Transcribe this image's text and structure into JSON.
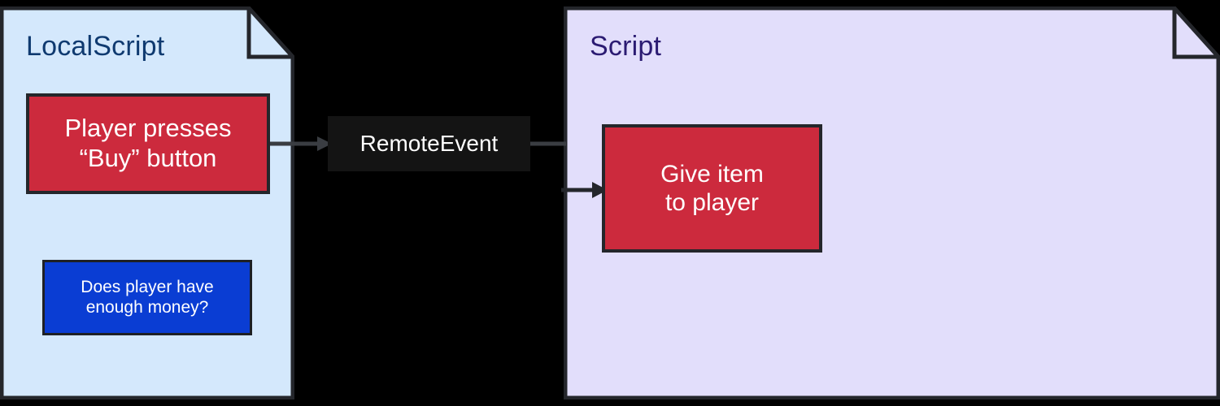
{
  "diagram": {
    "title_hidden": "",
    "background_color": "#000000"
  },
  "panels": [
    {
      "id": "localscript",
      "title": "LocalScript",
      "fill": "#D4E8FC",
      "stroke": "#24262B",
      "title_color": "#0F3A70"
    },
    {
      "id": "script",
      "title": "Script",
      "fill": "#E2DEFB",
      "stroke": "#24262B",
      "title_color": "#2B1B72"
    }
  ],
  "nodes": [
    {
      "id": "player-presses-buy",
      "label": "Player presses\n“Buy” button",
      "fill": "#CC2A3D",
      "stroke": "#24262B",
      "text_color": "#FFFFFF"
    },
    {
      "id": "does-player-have-money",
      "label": "Does player have\nenough money?",
      "fill": "#0A3DD3",
      "stroke": "#1E2024",
      "text_color": "#FFFFFF"
    },
    {
      "id": "remote-event",
      "label": "RemoteEvent",
      "fill": "#141414",
      "stroke": "#141414",
      "text_color": "#FFFFFF"
    },
    {
      "id": "give-item-to-player",
      "label": "Give item\nto player",
      "fill": "#CC2A3D",
      "stroke": "#24262B",
      "text_color": "#FFFFFF"
    }
  ],
  "connectors": [
    {
      "id": "buy-to-remote",
      "from": "player-presses-buy",
      "to": "remote-event",
      "arrow": true,
      "color": "#3A3D42"
    },
    {
      "id": "remote-to-boundary",
      "from": "remote-event",
      "to": "script-panel",
      "arrow": false,
      "color": "#3A3D42"
    },
    {
      "id": "boundary-to-give",
      "from": "script-panel",
      "to": "give-item-to-player",
      "arrow": true,
      "color": "#24262B"
    }
  ]
}
